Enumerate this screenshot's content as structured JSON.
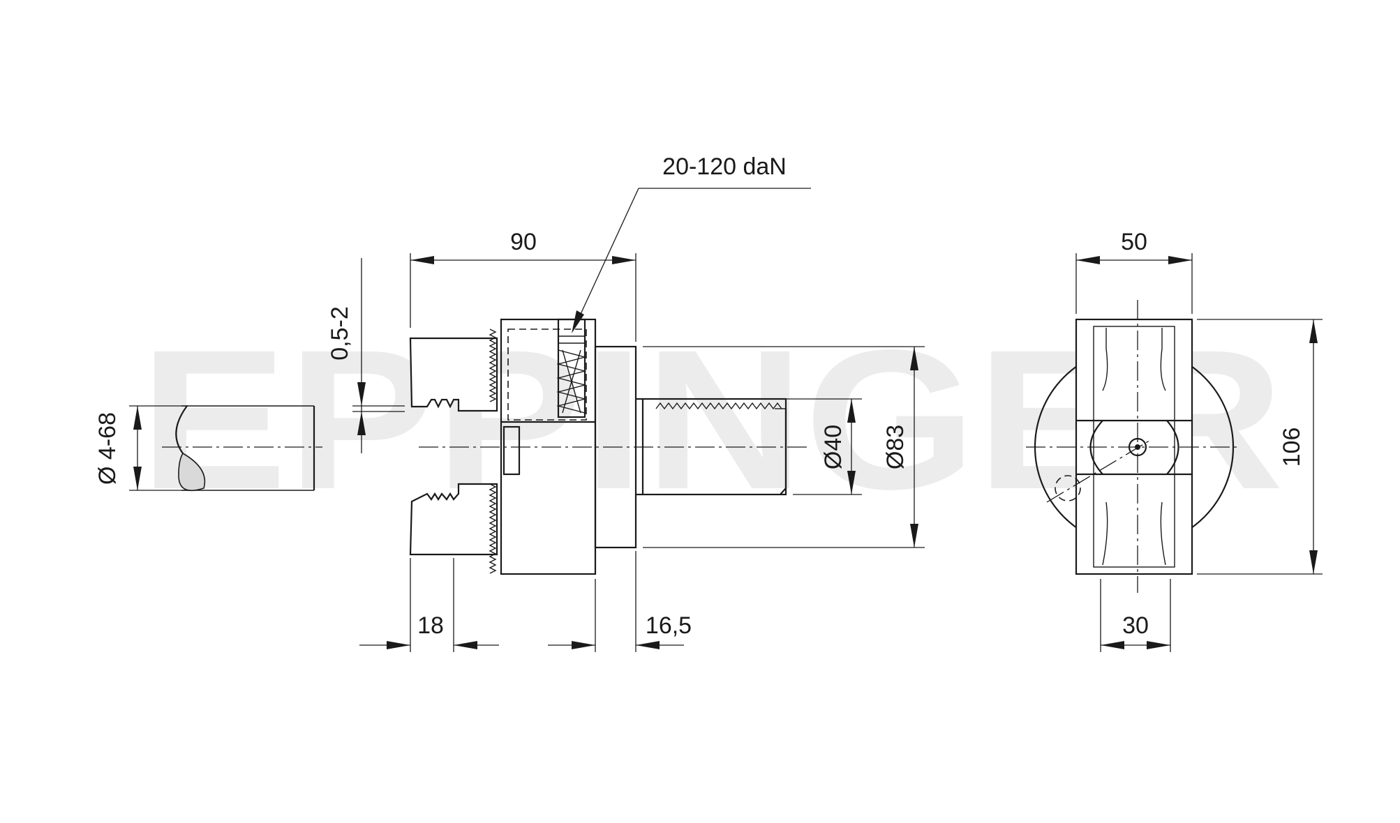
{
  "watermark": "EPPINGER",
  "force_label": "20-120 daN",
  "dims": {
    "d90": "90",
    "d50": "50",
    "d18": "18",
    "d16_5": "16,5",
    "d30": "30",
    "d106": "106",
    "d05_2": "0,5-2",
    "d4_68": "Ø 4-68",
    "d40": "Ø40",
    "d83": "Ø83"
  }
}
